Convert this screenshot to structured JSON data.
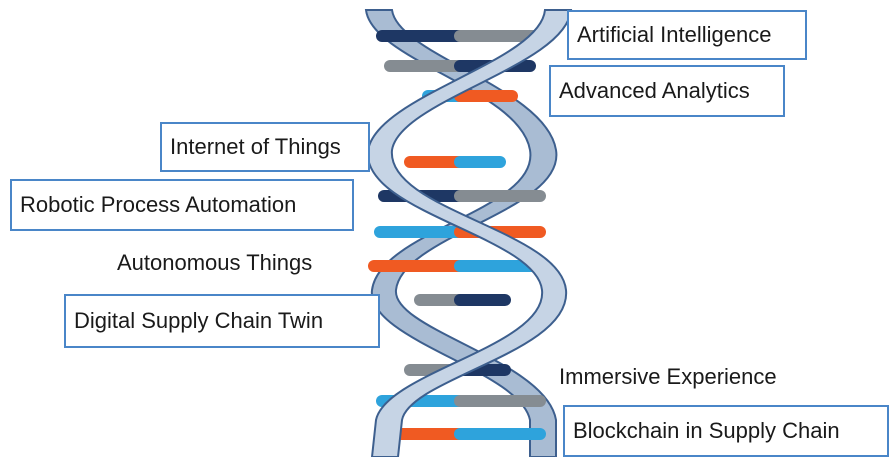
{
  "colors": {
    "ribbon_light": "#c6d4e5",
    "ribbon_mid": "#a9bcd3",
    "ribbon_edge": "#3d5f8e",
    "navy": "#1e3764",
    "gray": "#858c92",
    "orange": "#f05a22",
    "blue": "#2ea3dc",
    "box_border": "#4a86c8"
  },
  "labels": {
    "ai": "Artificial Intelligence",
    "analytics": "Advanced Analytics",
    "iot": "Internet of Things",
    "rpa": "Robotic Process Automation",
    "autonomous": "Autonomous Things",
    "twin": "Digital Supply Chain Twin",
    "immersive": "Immersive Experience",
    "blockchain": "Blockchain in Supply Chain"
  },
  "rungs": [
    {
      "left": "navy",
      "right": "gray"
    },
    {
      "left": "gray",
      "right": "navy"
    },
    {
      "left": "blue",
      "right": "orange"
    },
    {
      "left": "orange",
      "right": "blue"
    },
    {
      "left": "navy",
      "right": "gray"
    },
    {
      "left": "blue",
      "right": "orange"
    },
    {
      "left": "orange",
      "right": "blue"
    },
    {
      "left": "gray",
      "right": "navy"
    },
    {
      "left": "gray",
      "right": "navy"
    },
    {
      "left": "blue",
      "right": "gray"
    },
    {
      "left": "orange",
      "right": "blue"
    }
  ]
}
